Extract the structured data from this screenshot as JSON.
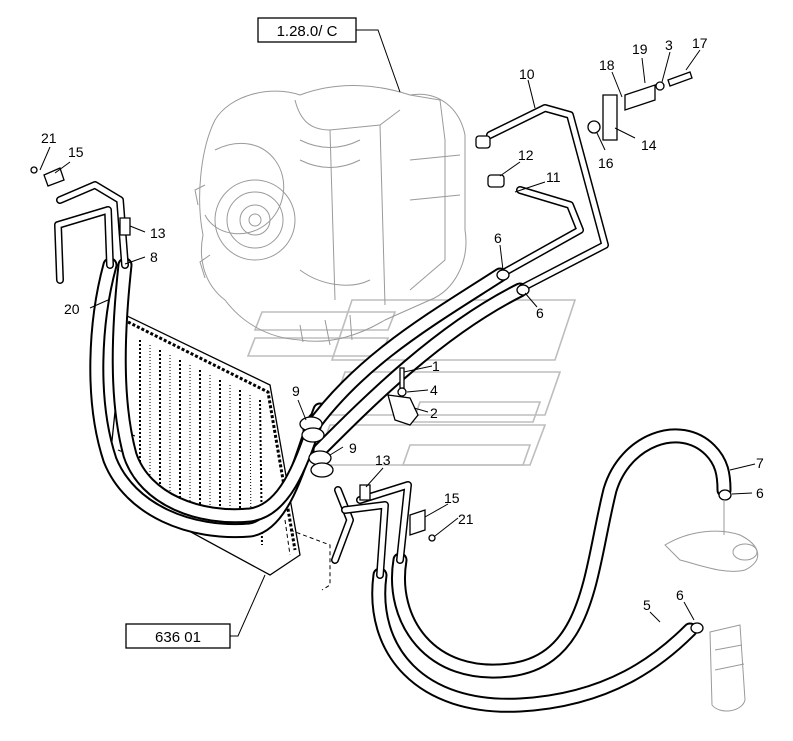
{
  "reference_boxes": {
    "top": "1.28.0/  C",
    "bottom": "636 01"
  },
  "callouts": {
    "c1": "1",
    "c2": "2",
    "c3": "3",
    "c4": "4",
    "c5": "5",
    "c6a": "6",
    "c6b": "6",
    "c6c": "6",
    "c6d": "6",
    "c7": "7",
    "c8": "8",
    "c9a": "9",
    "c9b": "9",
    "c10": "10",
    "c11": "11",
    "c12": "12",
    "c13a": "13",
    "c13b": "13",
    "c14": "14",
    "c15a": "15",
    "c15b": "15",
    "c16": "16",
    "c17": "17",
    "c18": "18",
    "c19": "19",
    "c20": "20",
    "c21a": "21",
    "c21b": "21"
  },
  "colors": {
    "line": "#000000",
    "ghost": "#9a9a9a",
    "watermark": "#bdbdbd",
    "background": "#ffffff"
  }
}
